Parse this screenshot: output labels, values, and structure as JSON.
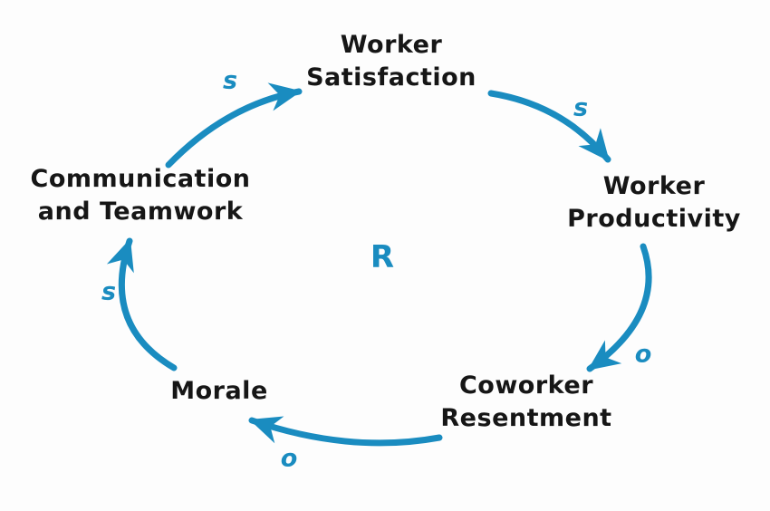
{
  "diagram": {
    "type": "causal-loop-diagram",
    "loop_label": "R",
    "loop_meaning": "reinforcing-loop",
    "colors": {
      "arrow": "#1a8cc0",
      "label": "#1a8cc0",
      "node_text": "#161616",
      "background": "#fdfdfd"
    },
    "nodes": [
      {
        "id": "worker-satisfaction",
        "lines": [
          "Worker",
          "Satisfaction"
        ]
      },
      {
        "id": "worker-productivity",
        "lines": [
          "Worker",
          "Productivity"
        ]
      },
      {
        "id": "coworker-resentment",
        "lines": [
          "Coworker",
          "Resentment"
        ]
      },
      {
        "id": "morale",
        "lines": [
          "Morale"
        ]
      },
      {
        "id": "communication-teamwork",
        "lines": [
          "Communication",
          "and Teamwork"
        ]
      }
    ],
    "edges": [
      {
        "from": "communication-teamwork",
        "to": "worker-satisfaction",
        "polarity": "s"
      },
      {
        "from": "worker-satisfaction",
        "to": "worker-productivity",
        "polarity": "s"
      },
      {
        "from": "worker-productivity",
        "to": "coworker-resentment",
        "polarity": "o"
      },
      {
        "from": "coworker-resentment",
        "to": "morale",
        "polarity": "o"
      },
      {
        "from": "morale",
        "to": "communication-teamwork",
        "polarity": "s"
      }
    ]
  }
}
